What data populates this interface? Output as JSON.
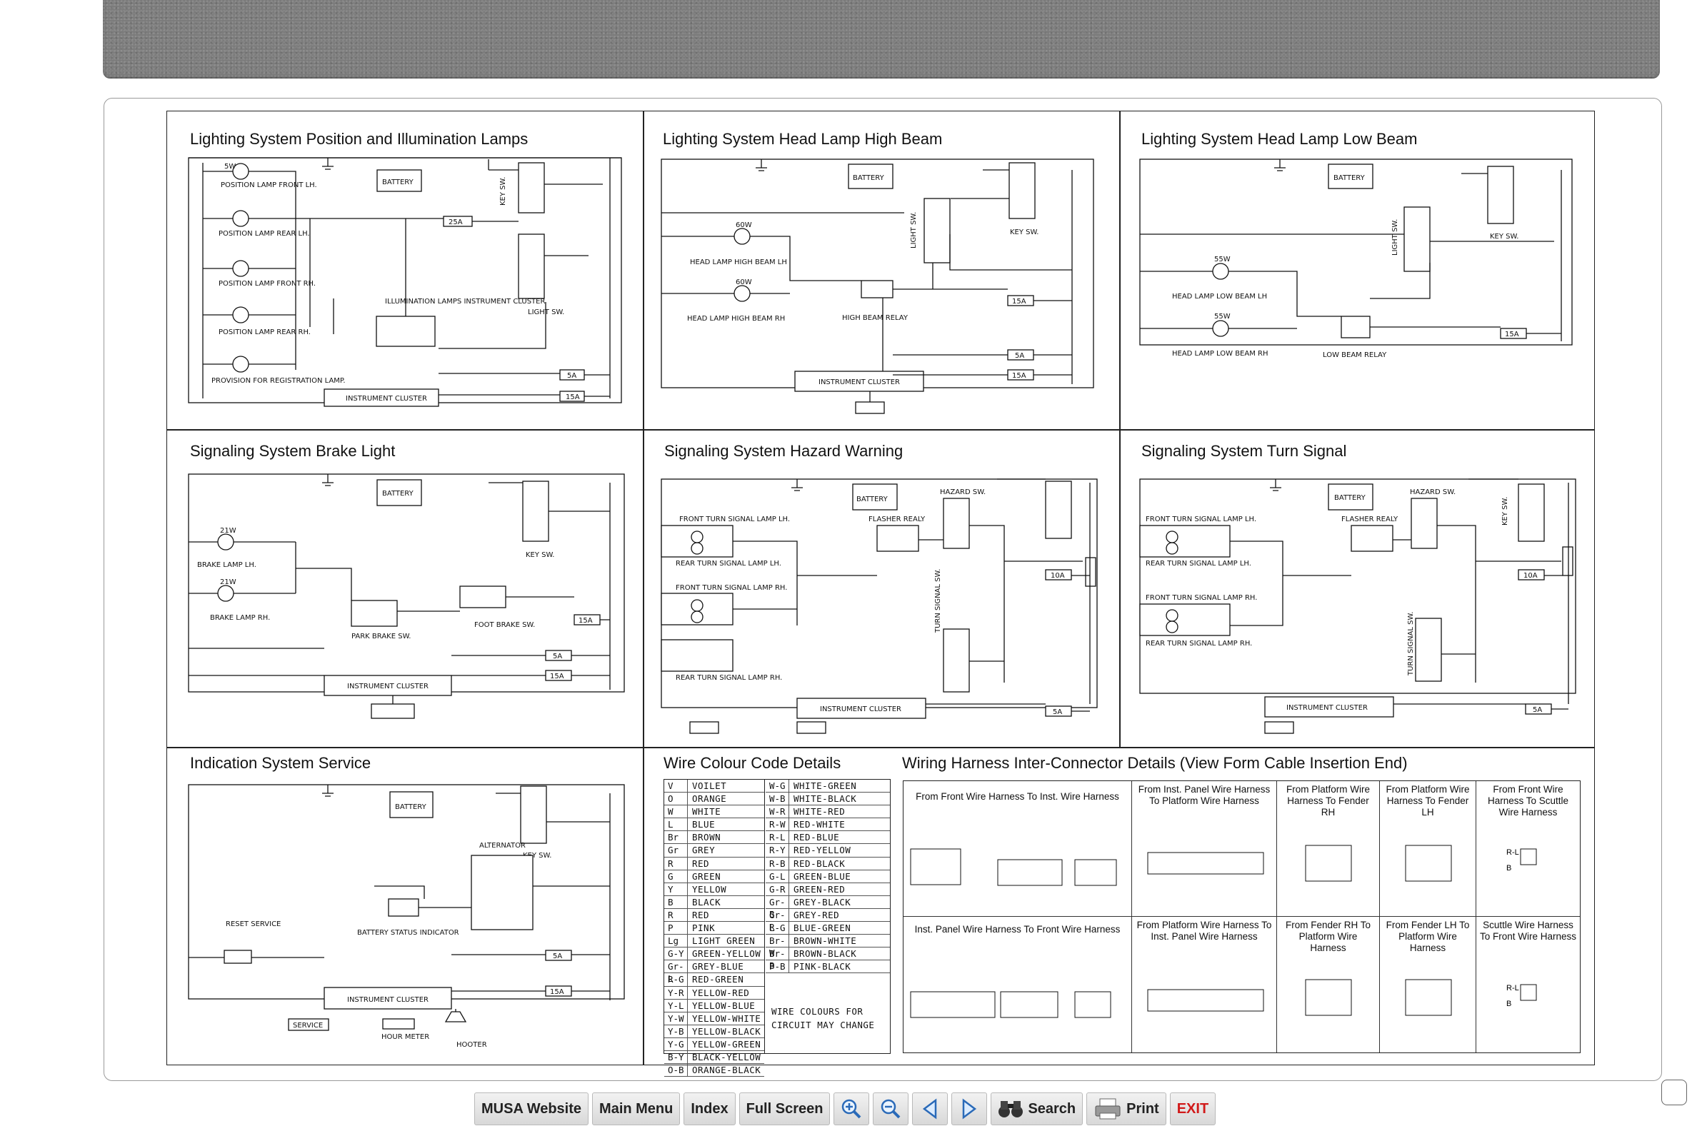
{
  "panels": {
    "p1": "Lighting System Position and Illumination Lamps",
    "p2": "Lighting System Head Lamp High Beam",
    "p3": "Lighting System Head Lamp Low Beam",
    "p4": "Signaling System Brake Light",
    "p5": "Signaling System Hazard Warning",
    "p6": "Signaling System Turn Signal",
    "p7": "Indication System Service",
    "p8": "Wire Colour Code Details",
    "p9": "Wiring Harness Inter-Connector Details (View Form Cable Insertion End)"
  },
  "schematic_labels": {
    "battery": "BATTERY",
    "instrument_cluster": "INSTRUMENT CLUSTER",
    "key_sw": "KEY SW.",
    "light_sw": "LIGHT SW.",
    "pos_front_lh": "POSITION LAMP FRONT LH.",
    "pos_rear_lh": "POSITION LAMP REAR LH.",
    "pos_front_rh": "POSITION LAMP FRONT RH.",
    "pos_rear_rh": "POSITION LAMP REAR RH.",
    "provision": "PROVISION FOR REGISTRATION LAMP.",
    "illum": "ILLUMINATION LAMPS INSTRUMENT CLUSTER",
    "hl_high_lh": "HEAD LAMP HIGH BEAM LH",
    "hl_high_rh": "HEAD LAMP HIGH BEAM RH",
    "high_relay": "HIGH BEAM RELAY",
    "hl_low_lh": "HEAD LAMP LOW BEAM LH",
    "hl_low_rh": "HEAD LAMP LOW BEAM RH",
    "low_relay": "LOW BEAM RELAY",
    "brake_lh": "BRAKE LAMP LH.",
    "brake_rh": "BRAKE LAMP RH.",
    "park_brake": "PARK BRAKE SW.",
    "foot_brake": "FOOT BRAKE SW.",
    "hazard_sw": "HAZARD SW.",
    "flasher": "FLASHER REALY",
    "turn_sw": "TURN SIGNAL SW.",
    "front_turn_lh": "FRONT TURN SIGNAL LAMP LH.",
    "rear_turn_lh": "REAR TURN SIGNAL LAMP LH.",
    "front_turn_rh": "FRONT TURN SIGNAL LAMP RH.",
    "rear_turn_rh": "REAR TURN SIGNAL LAMP RH.",
    "alternator": "ALTERNATOR",
    "batt_status": "BATTERY STATUS INDICATOR",
    "reset_service": "RESET SERVICE",
    "service": "SERVICE",
    "hour_meter": "HOUR METER",
    "hooter": "HOOTER",
    "fuse_25a": "25A",
    "fuse_5a": "5A",
    "fuse_15a": "15A",
    "fuse_10a": "10A",
    "w5": "5W",
    "w21": "21W",
    "w60": "60W",
    "w55": "55W"
  },
  "wire_colours": {
    "left": [
      [
        "V",
        "VOILET"
      ],
      [
        "O",
        "ORANGE"
      ],
      [
        "W",
        "WHITE"
      ],
      [
        "L",
        "BLUE"
      ],
      [
        "Br",
        "BROWN"
      ],
      [
        "Gr",
        "GREY"
      ],
      [
        "R",
        "RED"
      ],
      [
        "G",
        "GREEN"
      ],
      [
        "Y",
        "YELLOW"
      ],
      [
        "B",
        "BLACK"
      ],
      [
        "R",
        "RED"
      ],
      [
        "P",
        "PINK"
      ],
      [
        "Lg",
        "LIGHT GREEN"
      ],
      [
        "G-Y",
        "GREEN-YELLOW"
      ],
      [
        "Gr-L",
        "GREY-BLUE"
      ],
      [
        "R-G",
        "RED-GREEN"
      ],
      [
        "Y-R",
        "YELLOW-RED"
      ],
      [
        "Y-L",
        "YELLOW-BLUE"
      ],
      [
        "Y-W",
        "YELLOW-WHITE"
      ],
      [
        "Y-B",
        "YELLOW-BLACK"
      ],
      [
        "Y-G",
        "YELLOW-GREEN"
      ],
      [
        "B-Y",
        "BLACK-YELLOW"
      ],
      [
        "O-B",
        "ORANGE-BLACK"
      ]
    ],
    "right": [
      [
        "W-G",
        "WHITE-GREEN"
      ],
      [
        "W-B",
        "WHITE-BLACK"
      ],
      [
        "W-R",
        "WHITE-RED"
      ],
      [
        "R-W",
        "RED-WHITE"
      ],
      [
        "R-L",
        "RED-BLUE"
      ],
      [
        "R-Y",
        "RED-YELLOW"
      ],
      [
        "R-B",
        "RED-BLACK"
      ],
      [
        "G-L",
        "GREEN-BLUE"
      ],
      [
        "G-R",
        "GREEN-RED"
      ],
      [
        "Gr-B",
        "GREY-BLACK"
      ],
      [
        "Gr-R",
        "GREY-RED"
      ],
      [
        "L-G",
        "BLUE-GREEN"
      ],
      [
        "Br-W",
        "BROWN-WHITE"
      ],
      [
        "Br-B",
        "BROWN-BLACK"
      ],
      [
        "P-B",
        "PINK-BLACK"
      ]
    ],
    "note": "WIRE COLOURS FOR CIRCUIT MAY CHANGE"
  },
  "connectors": {
    "h1": "From Front Wire Harness To Inst. Wire Harness",
    "h2": "From Inst. Panel Wire Harness To Platform Wire Harness",
    "h3": "From Platform Wire Harness To Fender RH",
    "h4": "From Platform Wire Harness To Fender LH",
    "h5": "From Front Wire Harness To Scuttle Wire Harness",
    "h6": "Inst. Panel Wire Harness To Front Wire Harness",
    "h7": "From Platform Wire Harness To Inst. Panel Wire Harness",
    "h8": "From Fender RH To Platform Wire Harness",
    "h9": "From Fender LH To Platform Wire Harness",
    "h10": "Scuttle Wire Harness To Front Wire Harness",
    "pin_rl": "R-L",
    "pin_b": "B"
  },
  "toolbar": {
    "website": "MUSA Website",
    "main_menu": "Main Menu",
    "index": "Index",
    "full_screen": "Full Screen",
    "search": "Search",
    "print": "Print",
    "exit": "EXIT"
  }
}
